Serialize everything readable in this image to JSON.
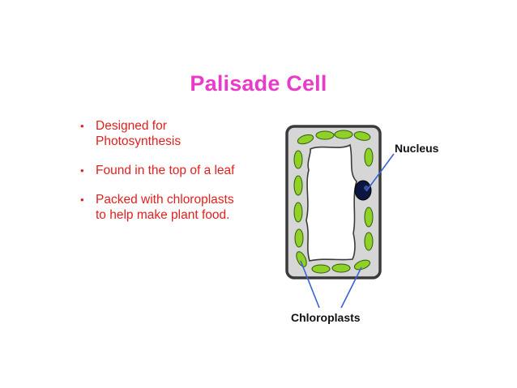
{
  "title": "Palisade Cell",
  "bullets": [
    {
      "lines": [
        "Designed for",
        "Photosynthesis"
      ]
    },
    {
      "lines": [
        "Found in the top of a leaf"
      ]
    },
    {
      "lines": [
        "Packed with chloroplasts",
        "to help make plant food."
      ]
    }
  ],
  "bullet_glyph": "•",
  "labels": {
    "nucleus": "Nucleus",
    "chloroplasts": "Chloroplasts"
  },
  "colors": {
    "title": "#e83cc8",
    "bullet_text": "#e0201e",
    "cell_wall": "#3a3a3a",
    "cytoplasm": "#d6d6d6",
    "chloroplast": "#8fd127",
    "chloroplast_outline": "#2f5a10",
    "nucleus": "#0a1540",
    "pointer_line": "#3a63d8"
  }
}
